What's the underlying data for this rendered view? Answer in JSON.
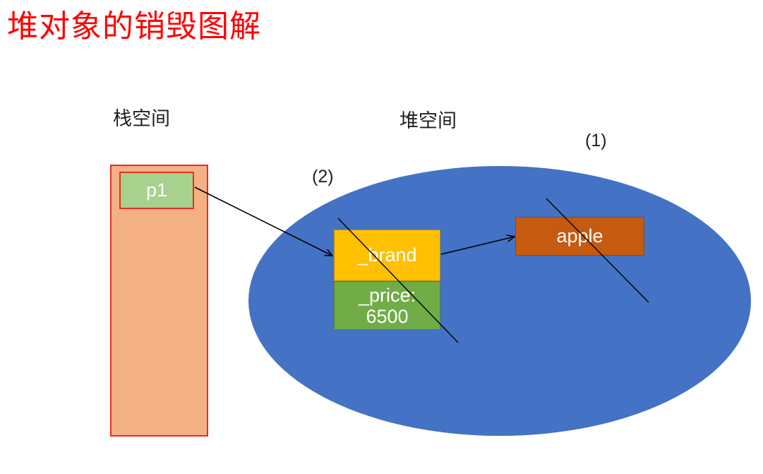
{
  "title": "堆对象的销毁图解",
  "stack": {
    "label": "栈空间",
    "pointer_label": "p1"
  },
  "heap": {
    "label": "堆空间",
    "brand_label": "_brand",
    "price_label": "_price:",
    "price_value": "6500",
    "apple_label": "apple"
  },
  "steps": {
    "step1": "(1)",
    "step2": "(2)"
  },
  "colors": {
    "title": "#ff0000",
    "stack_fill": "#f4b183",
    "stack_border": "#ee2a2a",
    "p1_fill": "#a9d18e",
    "heap_fill": "#4472c4",
    "brand_fill": "#ffc000",
    "price_fill": "#70ad47",
    "apple_fill": "#c55a11"
  },
  "icons": [
    "arrow-head-icon",
    "strike-line"
  ]
}
